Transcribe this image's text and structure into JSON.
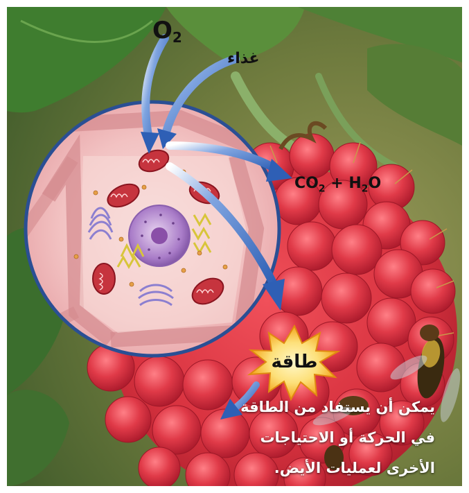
{
  "labels": {
    "oxygen": "O",
    "oxygen_sub": "2",
    "food": "غذاء",
    "products_co": "CO",
    "products_co_sub": "2",
    "products_plus": " + H",
    "products_h_sub": "2",
    "products_o": "O",
    "energy": "طاقة"
  },
  "caption": {
    "line1": "يمكن أن يستفاد من الطاقة",
    "line2": "في الحركة أو الاحتياجات",
    "line3": "الأخرى لعمليات الأيض."
  },
  "colors": {
    "arrow": "#3a6fc0",
    "cell_border": "#2a4f94",
    "raspberry": "#d8323f",
    "leaf": "#4d8a3a",
    "starburst": "#f6b321"
  },
  "icons": {
    "mitochondrion": "mitochondrion-icon",
    "nucleus": "nucleus-icon",
    "golgi": "golgi-icon",
    "er": "er-icon",
    "fly": "fly-icon"
  }
}
